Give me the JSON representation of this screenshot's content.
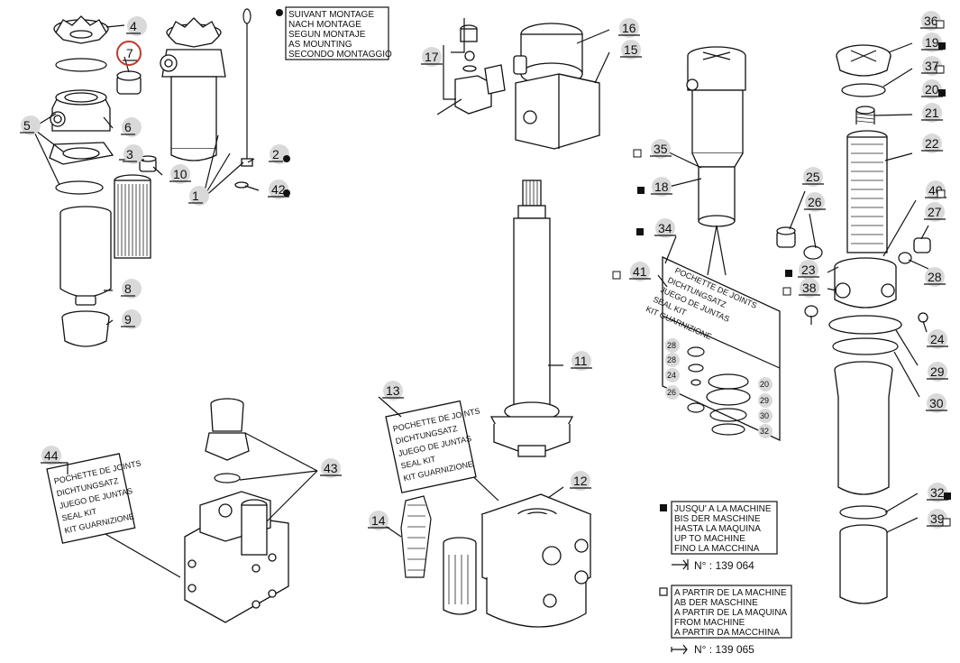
{
  "notes": {
    "assembly": [
      "SUIVANT MONTAGE",
      "NACH MONTAGE",
      "SEGUN MONTAJE",
      "AS MOUNTING",
      "SECONDO MONTAGGIO"
    ],
    "until": [
      "JUSQU' A LA MACHINE",
      "BIS DER MASCHINE",
      "HASTA LA MAQUINA",
      "UP TO MACHINE",
      "FINO LA MACCHINA"
    ],
    "until_number": "N° : 139 064",
    "from": [
      "A PARTIR DE LA MACHINE",
      "AB DER MASCHINE",
      "A PARTIR DE LA MAQUINA",
      "FROM MACHINE",
      "A PARTIR DA MACCHINA"
    ],
    "from_number": "N° : 139 065"
  },
  "seal_kit": [
    "POCHETTE DE JOINTS",
    "DICHTUNGSATZ",
    "JUEGO DE JUNTAS",
    "SEAL KIT",
    "KIT GUARNIZIONE"
  ],
  "parts": [
    "1",
    "2",
    "3",
    "4",
    "5",
    "6",
    "7",
    "8",
    "9",
    "10",
    "11",
    "12",
    "13",
    "14",
    "15",
    "16",
    "17",
    "18",
    "19",
    "20",
    "21",
    "22",
    "23",
    "24",
    "25",
    "26",
    "27",
    "28",
    "29",
    "30",
    "32",
    "34",
    "35",
    "36",
    "37",
    "38",
    "39",
    "40",
    "41",
    "42",
    "43",
    "44"
  ],
  "kit_items": [
    "28",
    "28",
    "24",
    "26",
    "20",
    "29",
    "30",
    "32"
  ],
  "colors": {
    "line": "#111111",
    "label_bubble": "#d9d9d9",
    "highlight": "#c0392b"
  }
}
